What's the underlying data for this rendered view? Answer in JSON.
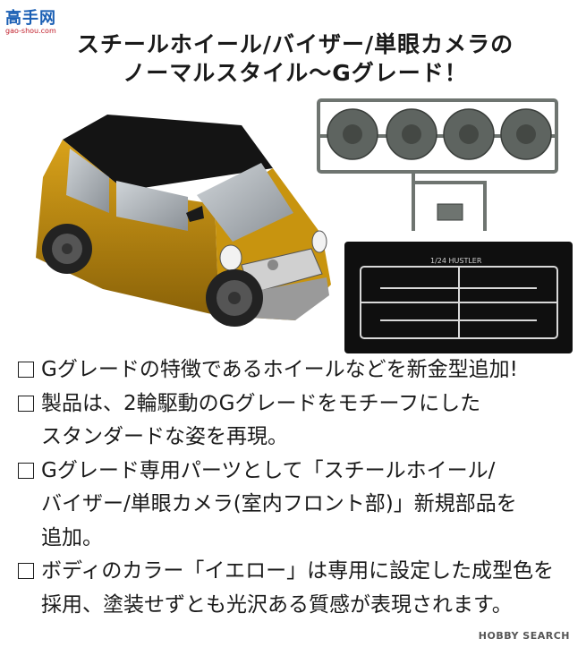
{
  "logo": {
    "text": "高手网",
    "url": "gao-shou.com"
  },
  "headline": {
    "line1": "スチールホイール/バイザー/単眼カメラの",
    "line2": "ノーマルスタイル〜Gグレード！"
  },
  "frame_label": "1/24 HUSTLER",
  "bullets": [
    {
      "lines": [
        "Gグレードの特徴であるホイールなどを新金型追加!"
      ]
    },
    {
      "lines": [
        "製品は、2輪駆動のGグレードをモチーフにした",
        "スタンダードな姿を再現。"
      ]
    },
    {
      "lines": [
        "Gグレード専用パーツとして「スチールホイール/",
        "バイザー/単眼カメラ(室内フロント部)」新規部品を",
        "追加。"
      ]
    },
    {
      "lines": [
        "ボディのカラー「イエロー」は専用に設定した成型色を",
        "採用、塗装せずとも光沢ある質感が表現されます。"
      ]
    }
  ],
  "watermark": "HOBBY SEARCH",
  "colors": {
    "body": "#b8860b",
    "roof": "#1a1a1a",
    "sprue": "#6e7470"
  }
}
